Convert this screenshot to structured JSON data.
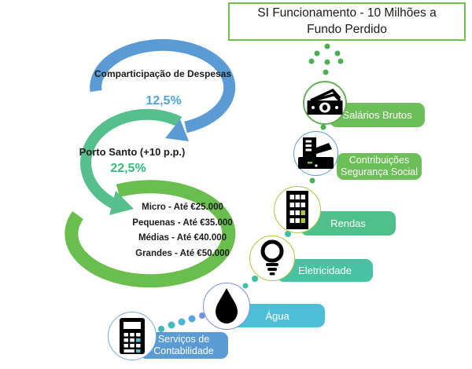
{
  "title": {
    "line1": "SI Funcionamento - 10 Milhões a",
    "line2": "Fundo Perdido"
  },
  "swirls": {
    "comparticipacao": {
      "label": "Comparticipação de Despesas",
      "value": "12,5%"
    },
    "porto_santo": {
      "label": "Porto Santo (+10 p.p.)",
      "value": "22,5%"
    },
    "tiers": [
      "Micro - Até €25.000",
      "Pequenas - Até €35.000",
      "Médias - Até €40.000",
      "Grandes - Até €50.000"
    ]
  },
  "expenses": [
    {
      "label": "Salários Brutos",
      "icon": "banknotes-icon"
    },
    {
      "label": "Contribuições Segurança Social",
      "icon": "cash-register-icon"
    },
    {
      "label": "Rendas",
      "icon": "building-icon"
    },
    {
      "label": "Eletricidade",
      "icon": "lightbulb-icon"
    },
    {
      "label": "Água",
      "icon": "water-drop-icon"
    },
    {
      "label": "Serviços de Contabilidade",
      "icon": "calculator-icon"
    }
  ],
  "colors": {
    "title_border_green": "#72BF4C",
    "swirl_blue": "#5B9BD5",
    "swirl_emerald": "#56BF8B",
    "swirl_grass_green": "#69BE4D",
    "pct_blue": "#4FA3DC",
    "pct_green": "#33BE79",
    "label_green": "#6CBE59",
    "label_emerald": "#4FC08A",
    "label_teal": "#49C2A4",
    "label_cyan": "#4CBFD6",
    "label_blue": "#5B9BD5",
    "dot_green": "#4CAF50",
    "dot_teal": "#3FBFA6"
  }
}
